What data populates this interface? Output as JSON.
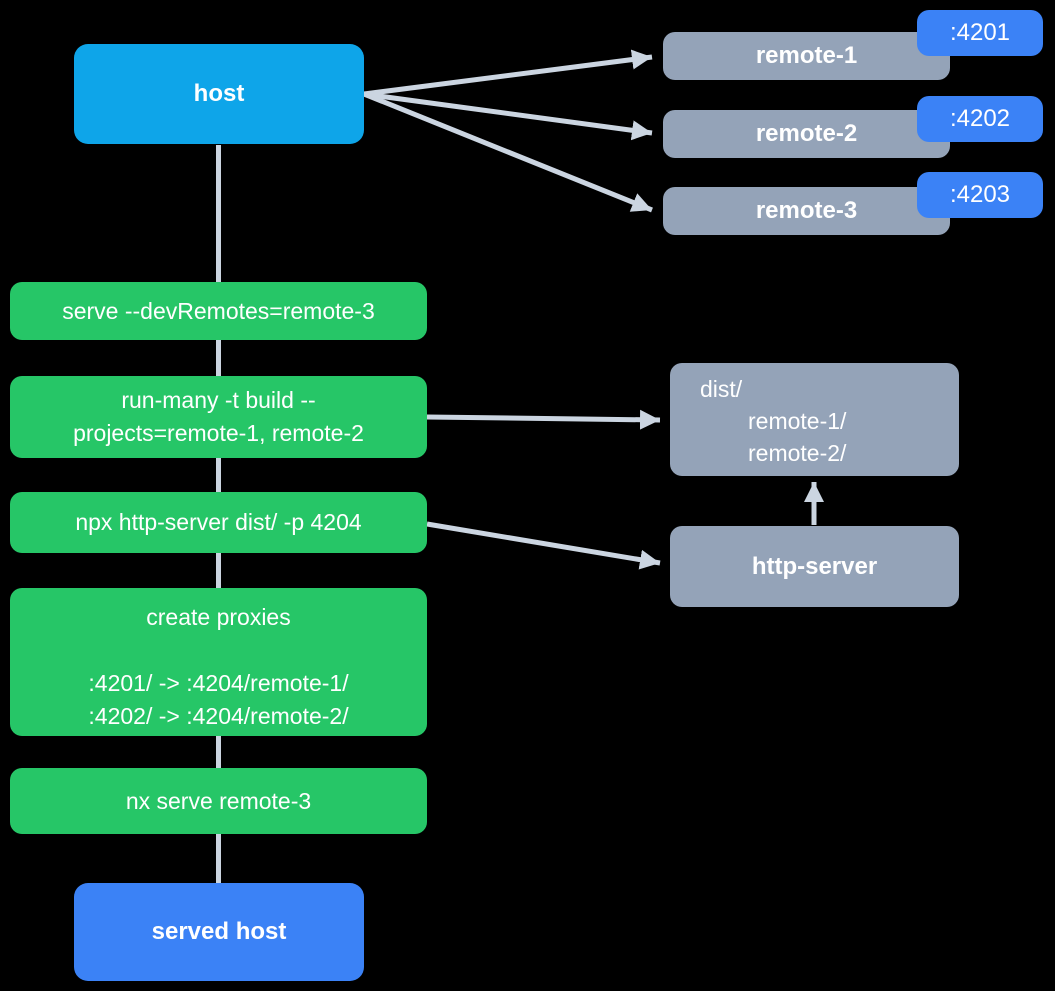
{
  "diagram": {
    "host": {
      "label": "host"
    },
    "remotes": [
      {
        "label": "remote-1",
        "port": ":4201"
      },
      {
        "label": "remote-2",
        "port": ":4202"
      },
      {
        "label": "remote-3",
        "port": ":4203"
      }
    ],
    "steps": [
      {
        "lines": [
          "serve --devRemotes=remote-3"
        ]
      },
      {
        "lines": [
          "run-many -t build --",
          "projects=remote-1, remote-2"
        ]
      },
      {
        "lines": [
          "npx http-server dist/ -p 4204"
        ]
      },
      {
        "title": "create proxies",
        "lines": [
          ":4201/ -> :4204/remote-1/",
          ":4202/ -> :4204/remote-2/"
        ]
      },
      {
        "lines": [
          "nx serve remote-3"
        ]
      }
    ],
    "dist": {
      "lines": [
        "dist/",
        "remote-1/",
        "remote-2/"
      ]
    },
    "http_server": {
      "label": "http-server"
    },
    "served_host": {
      "label": "served host"
    }
  },
  "colors": {
    "background": "#000000",
    "host": "#0EA5E9",
    "step": "#26C667",
    "remote": "#94A3B8",
    "port_badge": "#3B82F6",
    "served_host": "#3B82F6",
    "connector": "#CBD5E1",
    "text": "#FFFFFF"
  }
}
